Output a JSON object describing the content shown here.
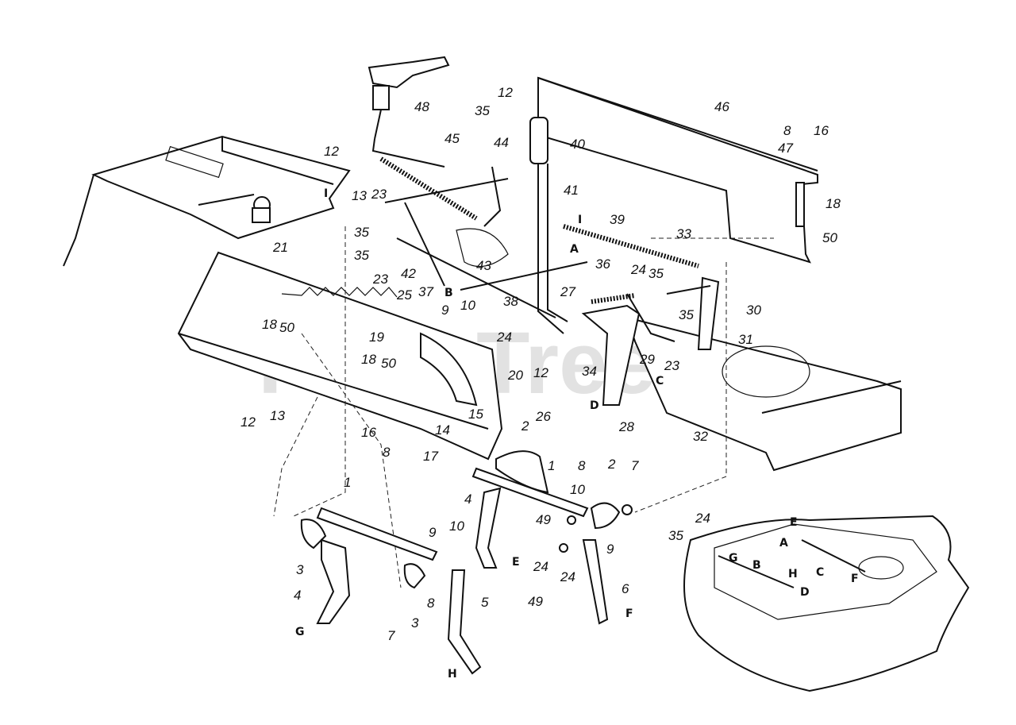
{
  "watermark": "PartsTree",
  "callouts": [
    {
      "id": "c48",
      "text": "48"
    },
    {
      "id": "c45",
      "text": "45"
    },
    {
      "id": "c35a",
      "text": "35"
    },
    {
      "id": "c12a",
      "text": "12"
    },
    {
      "id": "c44",
      "text": "44"
    },
    {
      "id": "c40",
      "text": "40"
    },
    {
      "id": "c46",
      "text": "46"
    },
    {
      "id": "c8a",
      "text": "8"
    },
    {
      "id": "c16a",
      "text": "16"
    },
    {
      "id": "c47",
      "text": "47"
    },
    {
      "id": "c18a",
      "text": "18"
    },
    {
      "id": "c50a",
      "text": "50"
    },
    {
      "id": "c12b",
      "text": "12"
    },
    {
      "id": "c13a",
      "text": "13"
    },
    {
      "id": "c23a",
      "text": "23"
    },
    {
      "id": "c35b",
      "text": "35"
    },
    {
      "id": "c35c",
      "text": "35"
    },
    {
      "id": "c23b",
      "text": "23"
    },
    {
      "id": "c42",
      "text": "42"
    },
    {
      "id": "c37",
      "text": "37"
    },
    {
      "id": "c41",
      "text": "41"
    },
    {
      "id": "c39",
      "text": "39"
    },
    {
      "id": "c33",
      "text": "33"
    },
    {
      "id": "c43",
      "text": "43"
    },
    {
      "id": "c36",
      "text": "36"
    },
    {
      "id": "c24a",
      "text": "24"
    },
    {
      "id": "c35d",
      "text": "35"
    },
    {
      "id": "c21",
      "text": "21"
    },
    {
      "id": "c25",
      "text": "25"
    },
    {
      "id": "c38",
      "text": "38"
    },
    {
      "id": "c27",
      "text": "27"
    },
    {
      "id": "c9a",
      "text": "9"
    },
    {
      "id": "c10a",
      "text": "10"
    },
    {
      "id": "c30",
      "text": "30"
    },
    {
      "id": "c35e",
      "text": "35"
    },
    {
      "id": "c18b",
      "text": "18"
    },
    {
      "id": "c50b",
      "text": "50"
    },
    {
      "id": "c19",
      "text": "19"
    },
    {
      "id": "c24b",
      "text": "24"
    },
    {
      "id": "c31",
      "text": "31"
    },
    {
      "id": "c29",
      "text": "29"
    },
    {
      "id": "c23c",
      "text": "23"
    },
    {
      "id": "c12c",
      "text": "12"
    },
    {
      "id": "c34",
      "text": "34"
    },
    {
      "id": "c20",
      "text": "20"
    },
    {
      "id": "c18c",
      "text": "18"
    },
    {
      "id": "c50c",
      "text": "50"
    },
    {
      "id": "c12d",
      "text": "12"
    },
    {
      "id": "c13b",
      "text": "13"
    },
    {
      "id": "c15",
      "text": "15"
    },
    {
      "id": "c26",
      "text": "26"
    },
    {
      "id": "c28",
      "text": "28"
    },
    {
      "id": "c32",
      "text": "32"
    },
    {
      "id": "c16b",
      "text": "16"
    },
    {
      "id": "c14",
      "text": "14"
    },
    {
      "id": "c8b",
      "text": "8"
    },
    {
      "id": "c17",
      "text": "17"
    },
    {
      "id": "c2a",
      "text": "2"
    },
    {
      "id": "c1a",
      "text": "1"
    },
    {
      "id": "c8c",
      "text": "8"
    },
    {
      "id": "c2b",
      "text": "2"
    },
    {
      "id": "c7a",
      "text": "7"
    },
    {
      "id": "c10b",
      "text": "10"
    },
    {
      "id": "c4a",
      "text": "4"
    },
    {
      "id": "c49a",
      "text": "49"
    },
    {
      "id": "c9b",
      "text": "9"
    },
    {
      "id": "c24c",
      "text": "24"
    },
    {
      "id": "c24d",
      "text": "24"
    },
    {
      "id": "c49b",
      "text": "49"
    },
    {
      "id": "c6",
      "text": "6"
    },
    {
      "id": "c1b",
      "text": "1"
    },
    {
      "id": "c9c",
      "text": "9"
    },
    {
      "id": "c10c",
      "text": "10"
    },
    {
      "id": "c3a",
      "text": "3"
    },
    {
      "id": "c8d",
      "text": "8"
    },
    {
      "id": "c4b",
      "text": "4"
    },
    {
      "id": "c7b",
      "text": "7"
    },
    {
      "id": "c3b",
      "text": "3"
    },
    {
      "id": "c5",
      "text": "5"
    },
    {
      "id": "c35f",
      "text": "35"
    },
    {
      "id": "c24e",
      "text": "24"
    }
  ],
  "letters": [
    {
      "id": "lI1",
      "text": "I"
    },
    {
      "id": "lI2",
      "text": "I"
    },
    {
      "id": "lA1",
      "text": "A"
    },
    {
      "id": "lB1",
      "text": "B"
    },
    {
      "id": "lC1",
      "text": "C"
    },
    {
      "id": "lD1",
      "text": "D"
    },
    {
      "id": "lE1",
      "text": "E"
    },
    {
      "id": "lF1",
      "text": "F"
    },
    {
      "id": "lG1",
      "text": "G"
    },
    {
      "id": "lH1",
      "text": "H"
    },
    {
      "id": "lE2",
      "text": "E"
    },
    {
      "id": "lA2",
      "text": "A"
    },
    {
      "id": "lG2",
      "text": "G"
    },
    {
      "id": "lB2",
      "text": "B"
    },
    {
      "id": "lH2",
      "text": "H"
    },
    {
      "id": "lC2",
      "text": "C"
    },
    {
      "id": "lD2",
      "text": "D"
    },
    {
      "id": "lF2",
      "text": "F"
    }
  ]
}
